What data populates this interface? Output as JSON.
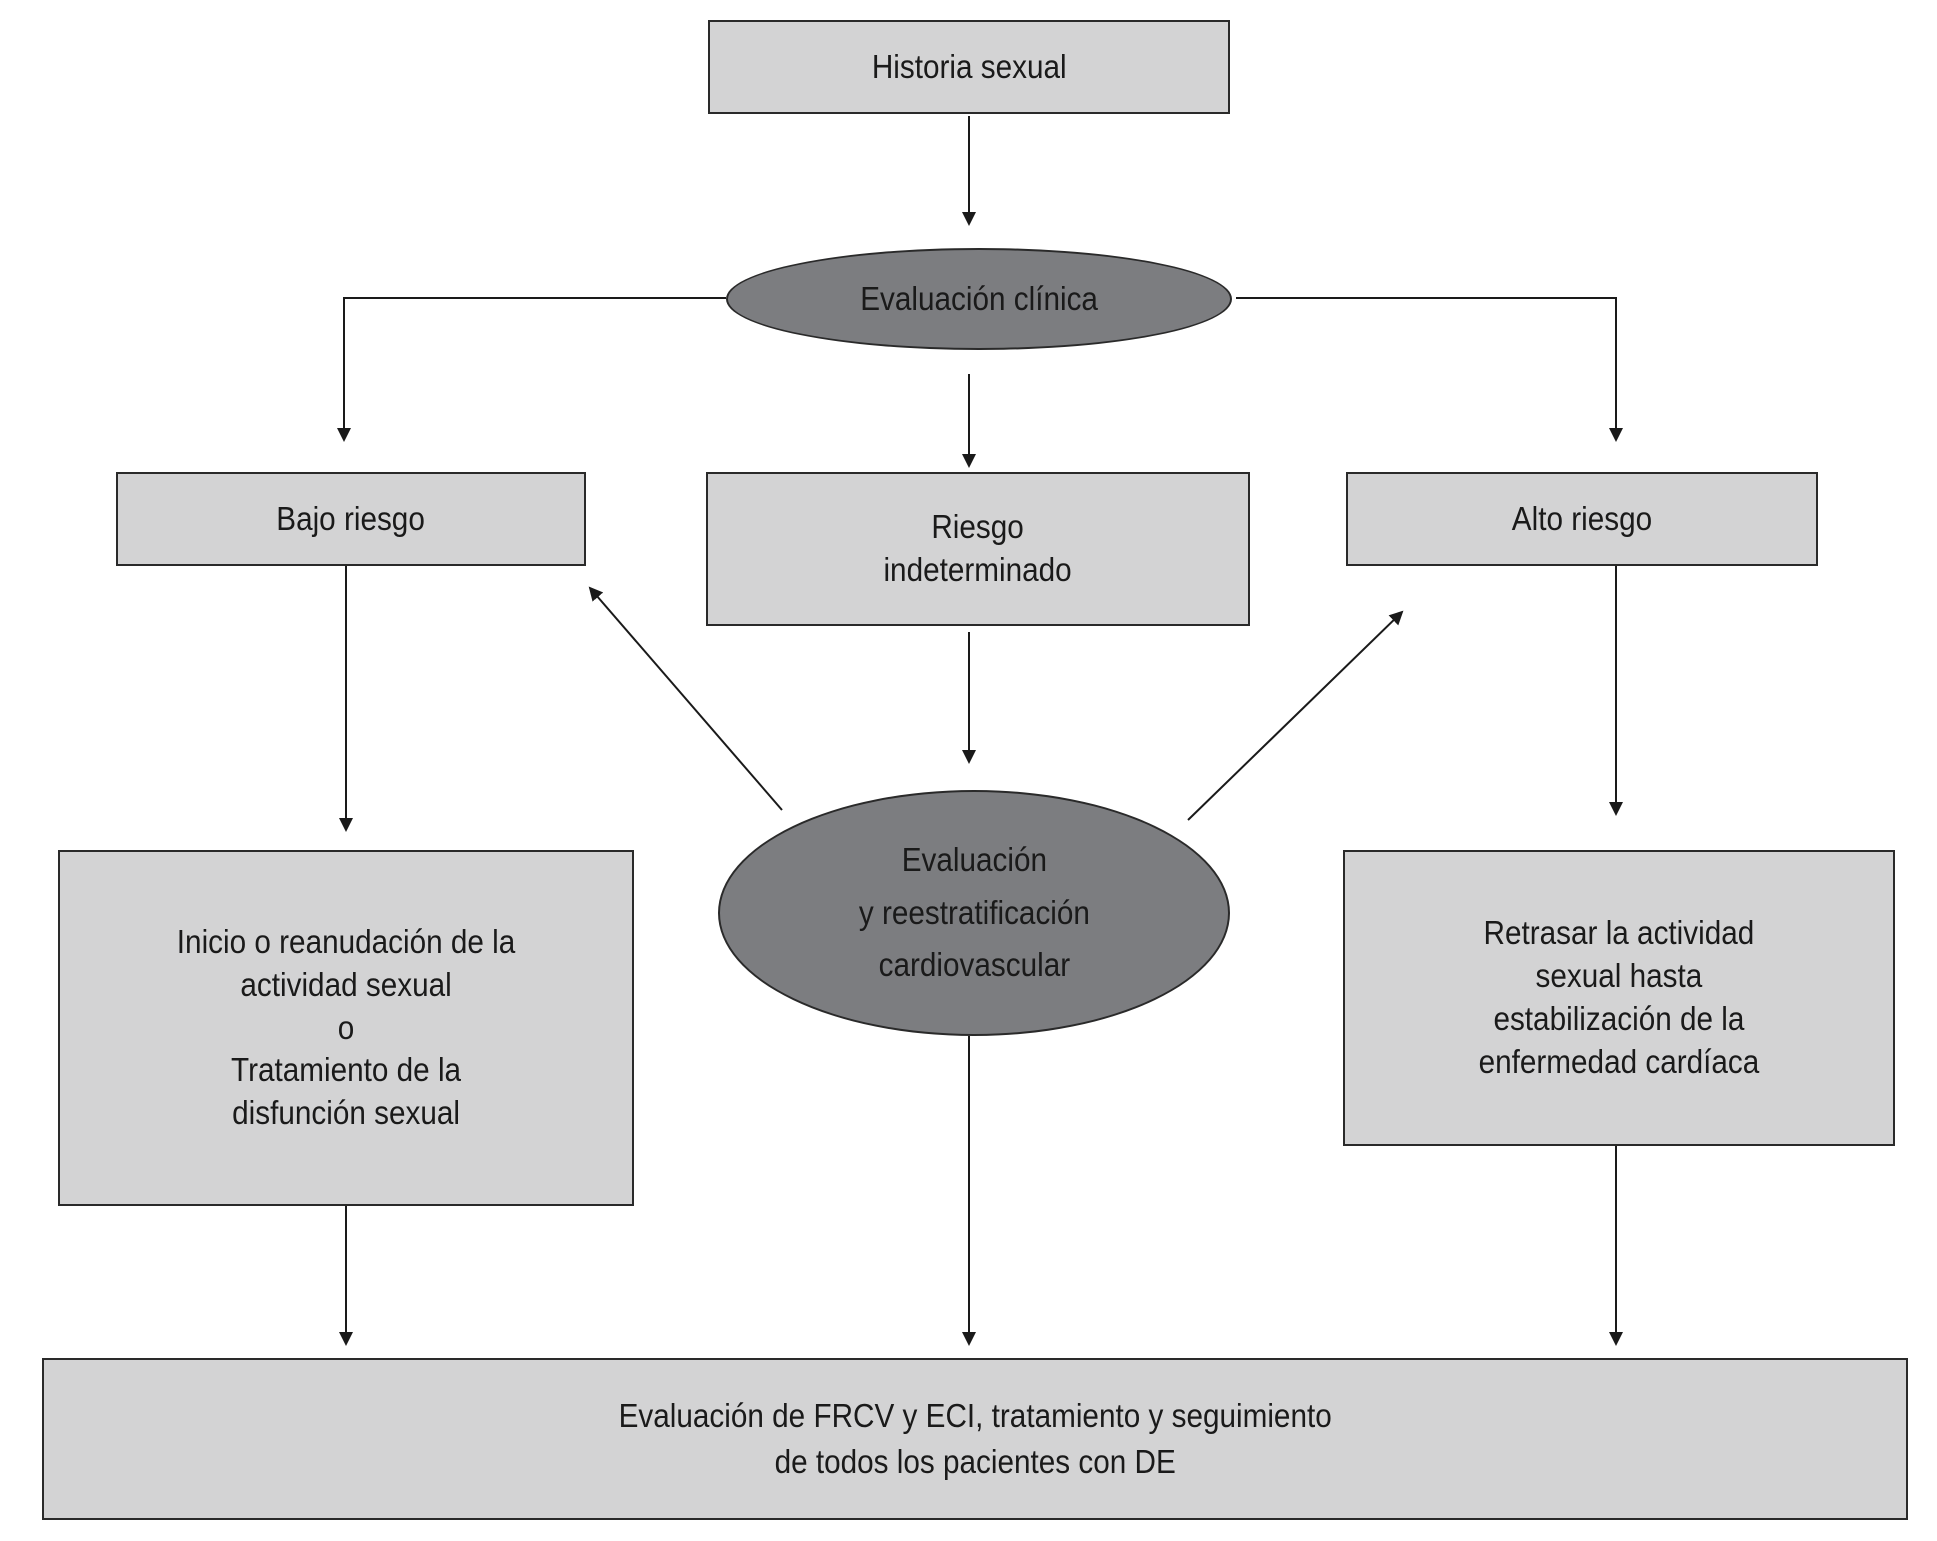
{
  "diagram": {
    "nodes": {
      "historia": "Historia sexual",
      "evaluacion_clinica": "Evaluación clínica",
      "bajo_riesgo": "Bajo riesgo",
      "riesgo_indeterminado": "Riesgo\nindeterminado",
      "alto_riesgo": "Alto riesgo",
      "reestratificacion": "Evaluación\ny reestratificación\ncardiovascular",
      "bajo_outcome": "Inicio o reanudación de la\nactividad sexual\no\nTratamiento de la\ndisfunción sexual",
      "alto_outcome": "Retrasar la actividad\nsexual hasta\nestabilización de la\nenfermedad cardíaca",
      "final": "Evaluación de FRCV y ECI, tratamiento y seguimiento\nde todos los pacientes con DE"
    },
    "colors": {
      "box_fill": "#d3d3d4",
      "oval_fill": "#7c7d80",
      "line": "#1a1a1a"
    }
  }
}
